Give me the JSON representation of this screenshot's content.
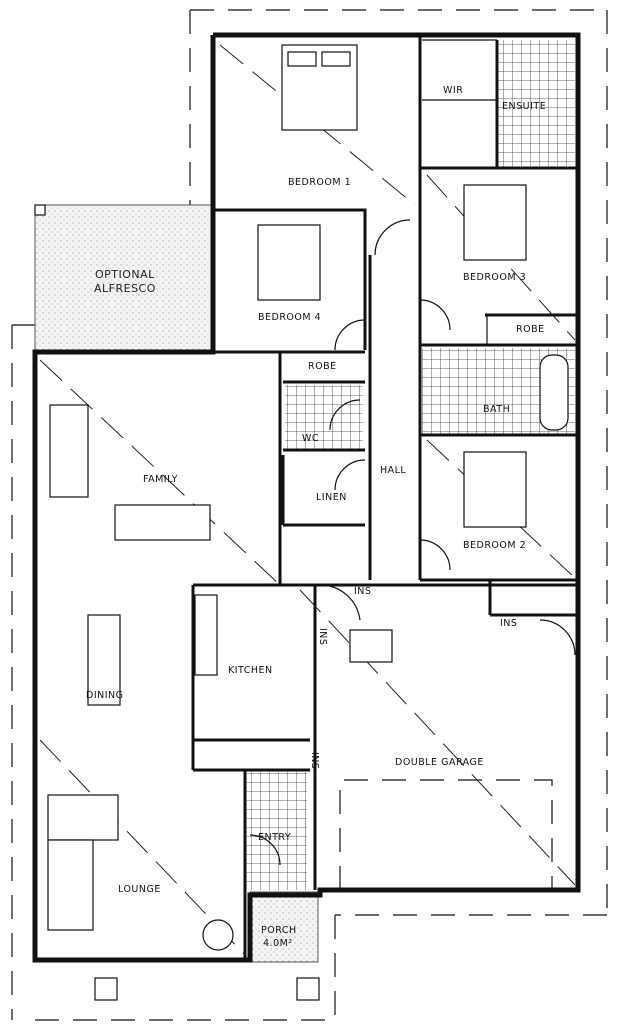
{
  "plan": {
    "rooms": {
      "bedroom1": "BEDROOM 1",
      "wir": "WIR",
      "ensuite": "ENSUITE",
      "bedroom3": "BEDROOM 3",
      "robe3": "ROBE",
      "alfresco_line1": "OPTIONAL",
      "alfresco_line2": "ALFRESCO",
      "bedroom4": "BEDROOM 4",
      "robe4": "ROBE",
      "wc": "WC",
      "bath": "BATH",
      "linen": "LINEN",
      "hall": "HALL",
      "family": "FAMILY",
      "bedroom2": "BEDROOM 2",
      "kitchen": "KITCHEN",
      "dining": "DINING",
      "double_garage": "DOUBLE GARAGE",
      "entry": "ENTRY",
      "lounge": "LOUNGE",
      "porch_line1": "PORCH",
      "porch_line2": "4.0M²"
    },
    "ins_labels": [
      "INS",
      "INS",
      "INS",
      "INS"
    ]
  }
}
